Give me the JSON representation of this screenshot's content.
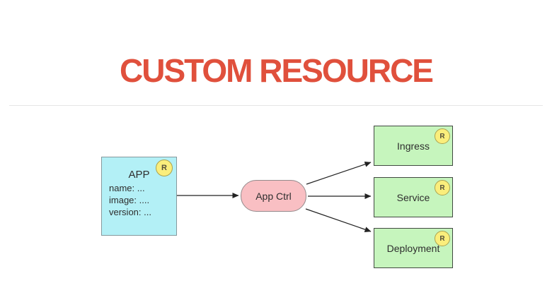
{
  "page": {
    "title": "CUSTOM RESOURCE"
  },
  "colors": {
    "title_color": "#E0503C",
    "divider": "#E6E6E6",
    "cyan_fill": "#B3F0F6",
    "cyan_border": "#85999D",
    "pink_fill": "#F9BFC3",
    "pink_border": "#948A8C",
    "green_fill": "#C6F5BD",
    "green_border": "#414941",
    "badge_fill": "#FAEE7C",
    "badge_border": "#ABA24F",
    "arrow": "#222222"
  },
  "diagram": {
    "app_box": {
      "title": "APP",
      "lines": [
        "name: ...",
        "image: ....",
        "version: ..."
      ],
      "badge": "R"
    },
    "controller": {
      "label": "App Ctrl"
    },
    "resources": [
      {
        "label": "Ingress",
        "badge": "R"
      },
      {
        "label": "Service",
        "badge": "R"
      },
      {
        "label": "Deployment",
        "badge": "R"
      }
    ]
  }
}
